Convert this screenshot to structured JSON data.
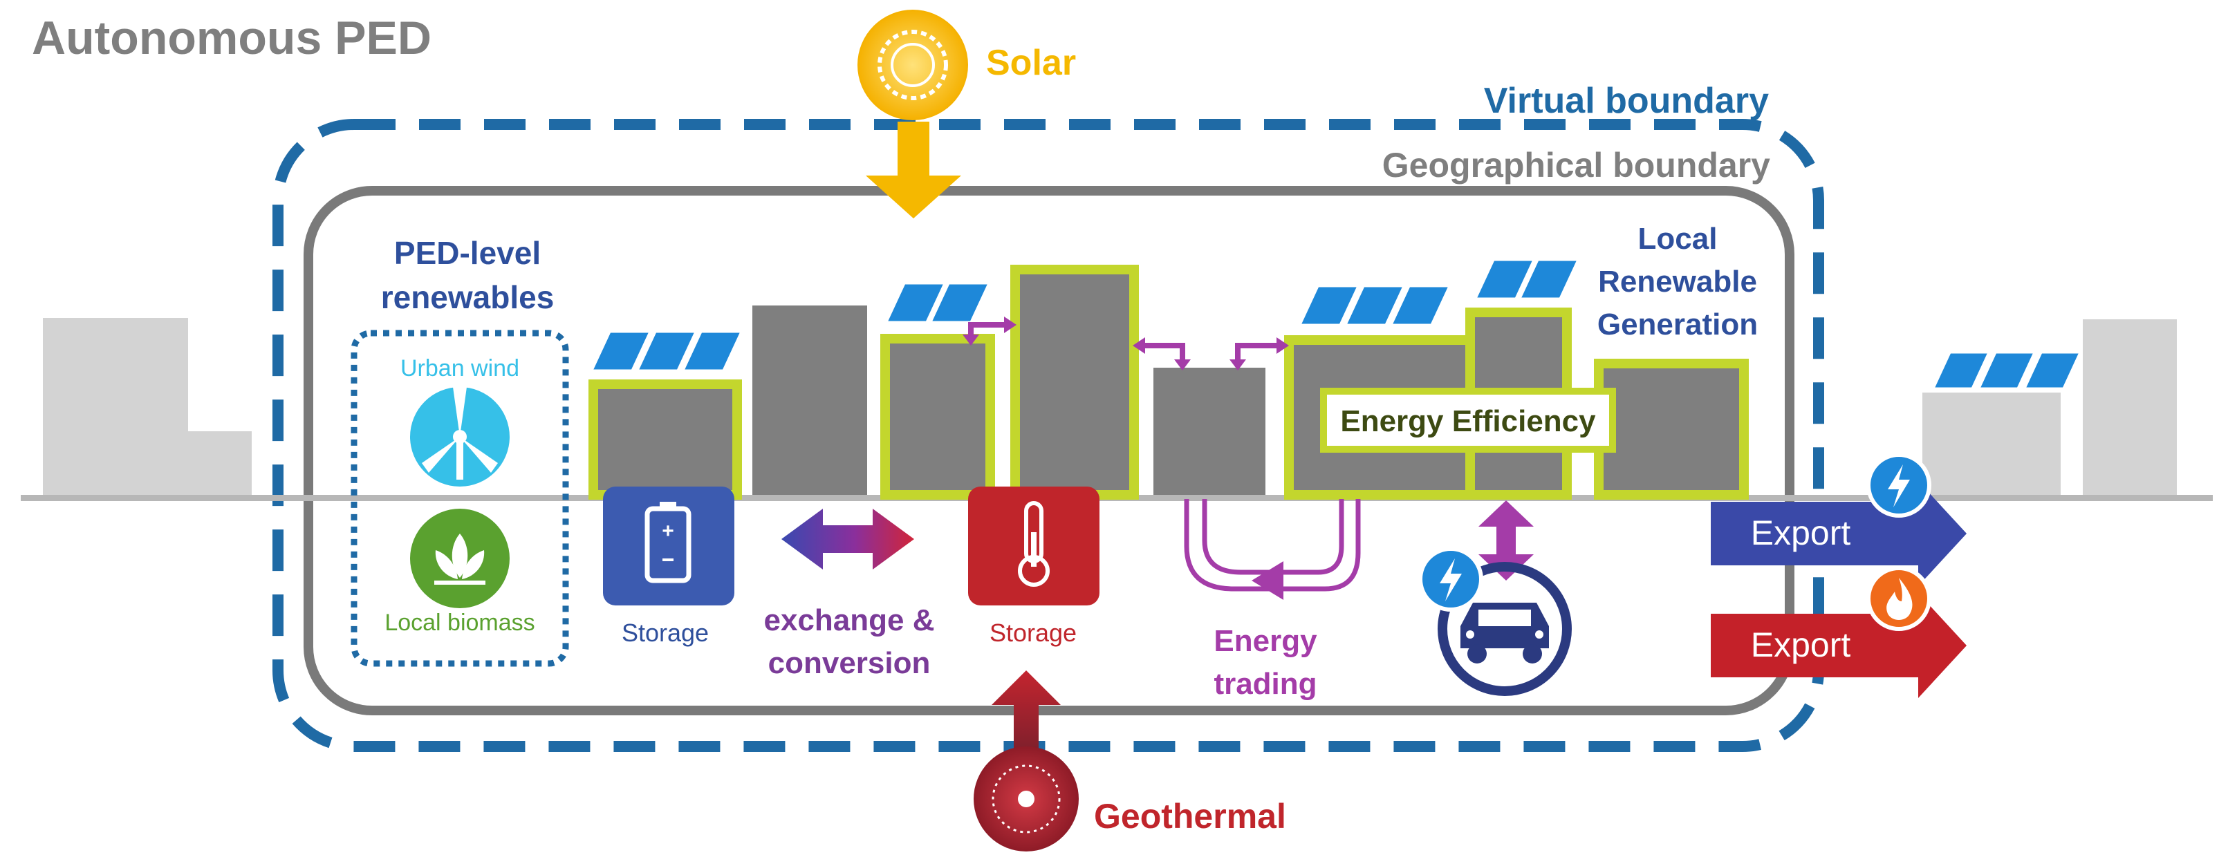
{
  "title": "Autonomous PED",
  "labels": {
    "solar": "Solar",
    "virtual_boundary": "Virtual boundary",
    "geographical_boundary": "Geographical boundary",
    "ped_level_line1": "PED-level",
    "ped_level_line2": "renewables",
    "urban_wind": "Urban wind",
    "local_biomass": "Local biomass",
    "local_renewable_line1": "Local",
    "local_renewable_line2": "Renewable",
    "local_renewable_line3": "Generation",
    "energy_efficiency": "Energy Efficiency",
    "storage_battery": "Storage",
    "storage_thermal": "Storage",
    "exchange_line1": "exchange &",
    "exchange_line2": "conversion",
    "energy_trading_line1": "Energy",
    "energy_trading_line2": "trading",
    "export_electric": "Export",
    "export_heat": "Export",
    "geothermal": "Geothermal"
  },
  "colors": {
    "title_gray": "#7f7f7f",
    "solar": "#f5b800",
    "virtual_boundary": "#1f6aa5",
    "geo_boundary": "#7a7a7a",
    "building_gray": "#7f7f7f",
    "efficiency_green": "#c3d62d",
    "efficiency_text": "#3d4a12",
    "panel_blue": "#1e88d9",
    "ped_blue": "#2e4f9c",
    "wind_cyan": "#36c0e8",
    "biomass_green": "#5aa12f",
    "battery_blue": "#3c5bb0",
    "thermal_red": "#c0252b",
    "exchange_purple": "#7a3b98",
    "trading_magenta": "#a43ca8",
    "ev_navy": "#2b3a80",
    "export_blue": "#3a49a8",
    "export_red": "#c42129",
    "geothermal_red": "#b0202a",
    "outside_building": "#d3d3d3"
  },
  "icons": [
    "sun-icon",
    "wind-turbine-icon",
    "leaf-icon",
    "battery-icon",
    "thermometer-icon",
    "car-icon",
    "lightning-icon",
    "flame-icon",
    "geothermal-icon",
    "solar-panel-icon"
  ]
}
